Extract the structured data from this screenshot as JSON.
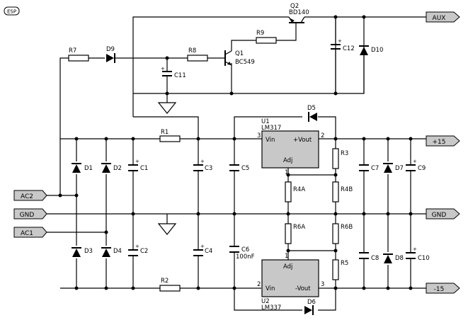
{
  "logo": "ESP",
  "terminals": {
    "aux": "AUX",
    "plus15": "+15",
    "gnd_right": "GND",
    "minus15": "-15",
    "ac2": "AC2",
    "gnd_left": "GND",
    "ac1": "AC1"
  },
  "parts": {
    "q2": "Q2",
    "q2_type": "BD140",
    "q1": "Q1",
    "q1_type": "BC549",
    "r7": "R7",
    "r8": "R8",
    "r9": "R9",
    "r1": "R1",
    "r2": "R2",
    "r3": "R3",
    "r4a": "R4A",
    "r4b": "R4B",
    "r5": "R5",
    "r6a": "R6A",
    "r6b": "R6B",
    "d1": "D1",
    "d2": "D2",
    "d3": "D3",
    "d4": "D4",
    "d5": "D5",
    "d6": "D6",
    "d7": "D7",
    "d8": "D8",
    "d9": "D9",
    "d10": "D10",
    "c1": "C1",
    "c2": "C2",
    "c3": "C3",
    "c4": "C4",
    "c5": "C5",
    "c6": "C6",
    "c6_value": "100nF",
    "c7": "C7",
    "c8": "C8",
    "c9": "C9",
    "c10": "C10",
    "c11": "C11",
    "c12": "C12",
    "u1": "U1",
    "u1_type": "LM317",
    "u2": "U2",
    "u2_type": "LM337"
  },
  "u1_pins": {
    "vin": "Vin",
    "vout": "+Vout",
    "adj": "Adj",
    "p1": "1",
    "p2": "2",
    "p3": "3"
  },
  "u2_pins": {
    "vin": "Vin",
    "vout": "-Vout",
    "adj": "Adj",
    "p1": "1",
    "p2": "2",
    "p3": "3"
  }
}
